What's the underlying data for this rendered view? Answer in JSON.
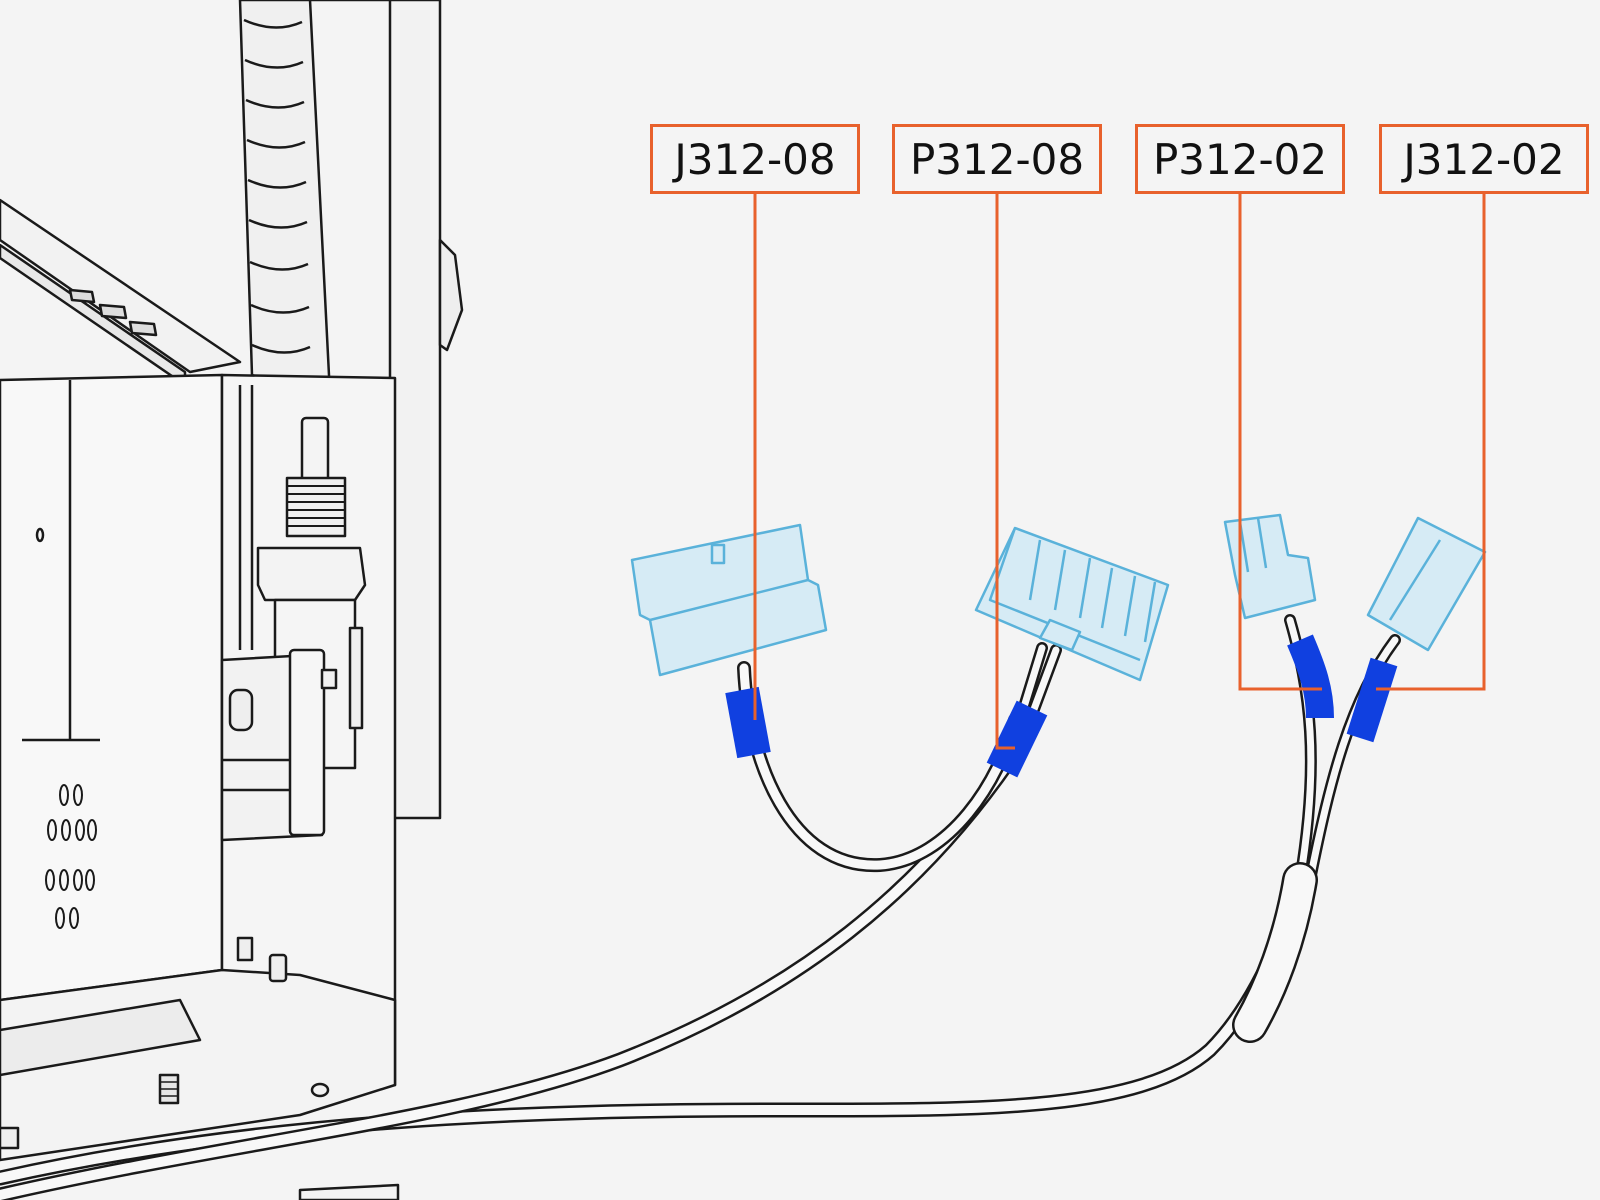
{
  "colors": {
    "background": "#f4f4f4",
    "callout": "#e8612c",
    "connector_fill": "#d6ebf5",
    "connector_stroke": "#5ab2da",
    "marker": "#1040e0",
    "line": "#1a1a1a"
  },
  "callouts": [
    {
      "label": "J312-08"
    },
    {
      "label": "P312-08"
    },
    {
      "label": "P312-02"
    },
    {
      "label": "J312-02"
    }
  ]
}
